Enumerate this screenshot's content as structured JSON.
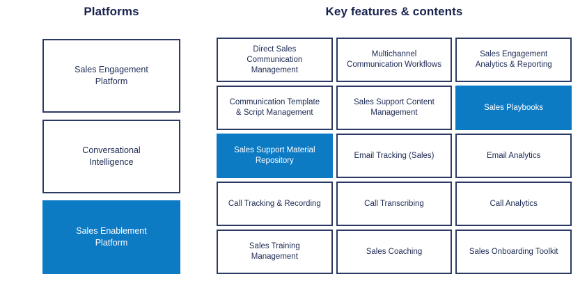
{
  "colors": {
    "accent": "#0d7ac4",
    "border": "#2b3a63",
    "title_text": "#16214d",
    "body_text": "#1d2a52",
    "card_bg": "#ffffff",
    "page_bg": "#ffffff",
    "accent_text": "#ffffff"
  },
  "platforms": {
    "title": "Platforms",
    "cards": [
      {
        "label": "Sales Engagement\nPlatform",
        "highlighted": false
      },
      {
        "label": "Conversational\nIntelligence",
        "highlighted": false
      },
      {
        "label": "Sales Enablement\nPlatform",
        "highlighted": true
      }
    ]
  },
  "features": {
    "title": "Key features & contents",
    "columns": 3,
    "rows": 5,
    "cells": [
      {
        "label": "Direct Sales\nCommunication\nManagement",
        "highlighted": false
      },
      {
        "label": "Multichannel\nCommunication Workflows",
        "highlighted": false
      },
      {
        "label": "Sales Engagement\nAnalytics & Reporting",
        "highlighted": false
      },
      {
        "label": "Communication Template\n& Script Management",
        "highlighted": false
      },
      {
        "label": "Sales Support Content\nManagement",
        "highlighted": false
      },
      {
        "label": "Sales Playbooks",
        "highlighted": true
      },
      {
        "label": "Sales Support Material\nRepository",
        "highlighted": true
      },
      {
        "label": "Email Tracking (Sales)",
        "highlighted": false
      },
      {
        "label": "Email Analytics",
        "highlighted": false
      },
      {
        "label": "Call Tracking & Recording",
        "highlighted": false
      },
      {
        "label": "Call Transcribing",
        "highlighted": false
      },
      {
        "label": "Call Analytics",
        "highlighted": false
      },
      {
        "label": "Sales Training\nManagement",
        "highlighted": false
      },
      {
        "label": "Sales Coaching",
        "highlighted": false
      },
      {
        "label": "Sales Onboarding Toolkit",
        "highlighted": false
      }
    ]
  }
}
